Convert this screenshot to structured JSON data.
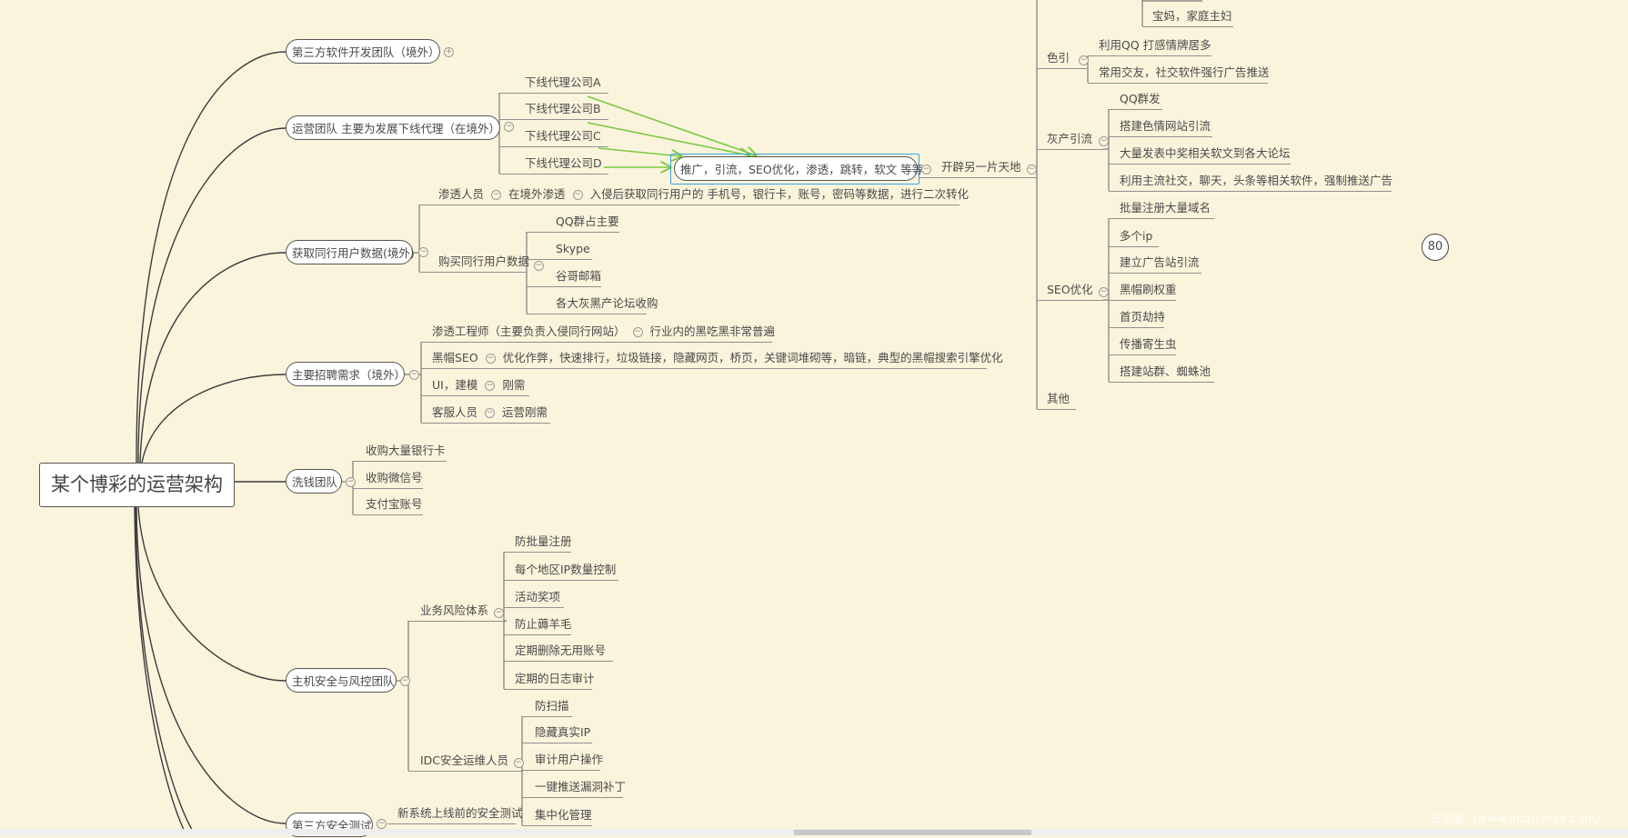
{
  "root": "某个博彩的运营架构",
  "dev": {
    "label": "第三方软件开发团队（境外）"
  },
  "ops": {
    "label": "运营团队  主要为发展下线代理（在境外）",
    "agents": [
      "下线代理公司A",
      "下线代理公司B",
      "下线代理公司C",
      "下线代理公司D"
    ]
  },
  "promo": {
    "label": "推广，引流，SEO优化，渗透，跳转，软文 等等",
    "next": "开辟另一片天地",
    "top_item": "宝妈，家庭主妇",
    "seyin": {
      "label": "色引",
      "items": [
        "利用QQ 打感情牌居多",
        "常用交友，社交软件强行广告推送"
      ]
    },
    "gray": {
      "label": "灰产引流",
      "items": [
        "QQ群发",
        "搭建色情网站引流",
        "大量发表中奖相关软文到各大论坛",
        "利用主流社交，聊天，头条等相关软件，强制推送广告"
      ]
    },
    "seo": {
      "label": "SEO优化",
      "items": [
        "批量注册大量域名",
        "多个ip",
        "建立广告站引流",
        "黑帽刷权重",
        "首页劫持",
        "传播寄生虫",
        "搭建站群、蜘蛛池"
      ]
    },
    "other": "其他"
  },
  "data": {
    "label": "获取同行用户数据(境外)",
    "pentest": [
      "渗透人员",
      "在境外渗透",
      "入侵后获取同行用户的 手机号，银行卡，账号，密码等数据，进行二次转化"
    ],
    "buy": {
      "label": "购买同行用户数据",
      "items": [
        "QQ群占主要",
        "Skype",
        "谷哥邮箱",
        "各大灰黑产论坛收购"
      ]
    }
  },
  "hiring": {
    "label": "主要招聘需求（境外）",
    "rows": [
      [
        "渗透工程师（主要负责入侵同行网站）",
        "行业内的黑吃黑非常普遍"
      ],
      [
        "黑帽SEO",
        "优化作弊，快速排行，垃圾链接，隐藏网页，桥页，关键词堆砌等，暗链，典型的黑帽搜索引擎优化"
      ],
      [
        "UI，建模",
        "刚需"
      ],
      [
        "客服人员",
        "运营刚需"
      ]
    ]
  },
  "laundry": {
    "label": "洗钱团队",
    "items": [
      "收购大量银行卡",
      "收购微信号",
      "支付宝账号"
    ]
  },
  "security": {
    "label": "主机安全与风控团队",
    "risk": {
      "label": "业务风险体系",
      "items": [
        "防批量注册",
        "每个地区IP数量控制",
        "活动奖项",
        "防止薅羊毛",
        "定期删除无用账号",
        "定期的日志审计"
      ]
    },
    "idc": {
      "label": "IDC安全运维人员",
      "items": [
        "防扫描",
        "隐藏真实IP",
        "审计用户操作",
        "一键推送漏洞补丁",
        "集中化管理"
      ]
    }
  },
  "test": {
    "label": "第三方安全测试",
    "item": "新系统上线前的安全测试"
  },
  "badge": "80",
  "watermark": "安全客（www.anquanke.com）",
  "colors": {
    "background": "#fbf4dc",
    "arrow": "#7ac943",
    "selection": "#3aa6e0"
  }
}
